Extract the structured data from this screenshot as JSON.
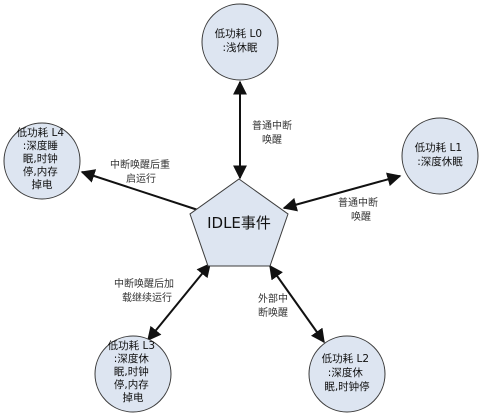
{
  "center": {
    "lines": [
      "IDLE事件"
    ]
  },
  "nodes": {
    "l0": {
      "lines": [
        "低功耗 L0",
        ":浅休眠"
      ]
    },
    "l1": {
      "lines": [
        "低功耗 L1",
        ":深度休眠"
      ]
    },
    "l2": {
      "lines": [
        "低功耗 L2",
        ":深度休",
        "眠,时钟停"
      ]
    },
    "l3": {
      "lines": [
        "低功耗 L3",
        ":深度休",
        "眠,时钟",
        "停,内存",
        "掉电"
      ]
    },
    "l4": {
      "lines": [
        "低功耗 L4",
        ":深度睡",
        "眠,时钟",
        "停,内存",
        "掉电"
      ]
    }
  },
  "edges": {
    "l0": {
      "lines": [
        "普通中断",
        "唤醒"
      ]
    },
    "l1": {
      "lines": [
        "普通中断",
        "唤醒"
      ]
    },
    "l2": {
      "lines": [
        "外部中",
        "断唤醒"
      ]
    },
    "l3": {
      "lines": [
        "中断唤醒后加",
        "载继续运行"
      ]
    },
    "l4": {
      "lines": [
        "中断唤醒后重",
        "启运行"
      ]
    }
  },
  "colors": {
    "node_fill": "#dde5f1",
    "node_stroke": "#3b3b3b",
    "arrow": "#111111"
  }
}
